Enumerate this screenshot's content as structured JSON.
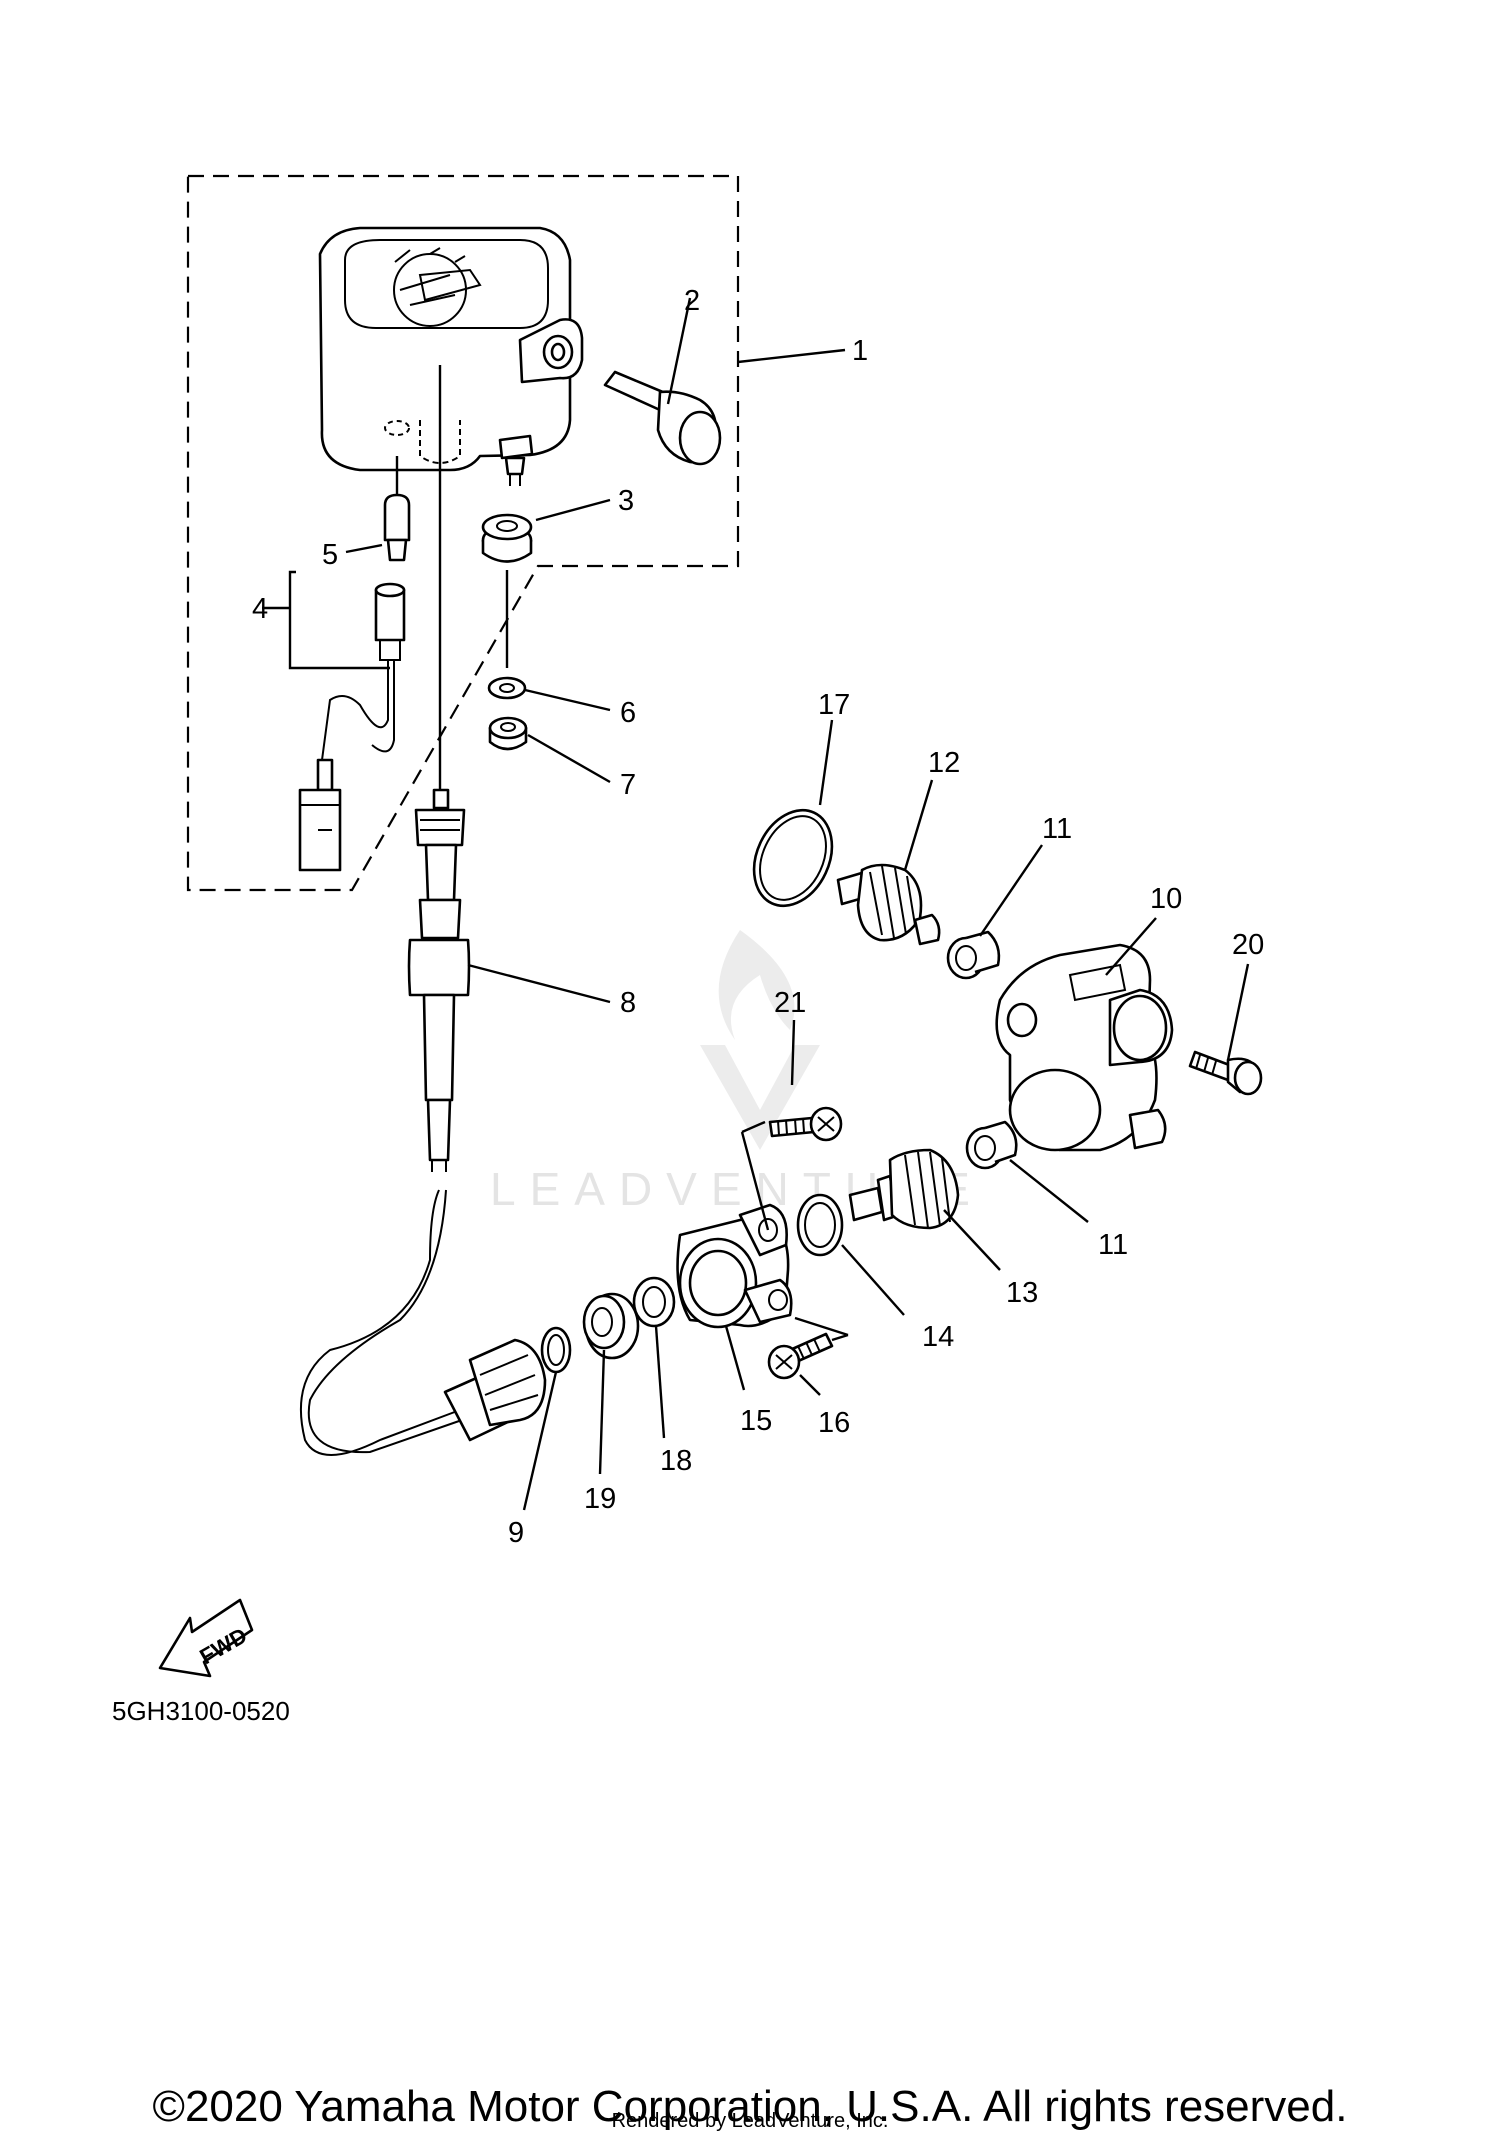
{
  "callouts": {
    "c1": "1",
    "c2": "2",
    "c3": "3",
    "c4": "4",
    "c5": "5",
    "c6": "6",
    "c7": "7",
    "c8": "8",
    "c9": "9",
    "c10": "10",
    "c11a": "11",
    "c11b": "11",
    "c12": "12",
    "c13": "13",
    "c14": "14",
    "c15": "15",
    "c16": "16",
    "c17": "17",
    "c18": "18",
    "c19": "19",
    "c20": "20",
    "c21": "21"
  },
  "fwd_label": "FWD",
  "diagram_code": "5GH3100-0520",
  "watermark": "LEADVENTURE",
  "copyright": "©2020 Yamaha Motor Corporation, U.S.A. All rights reserved.",
  "rendered_by": "Rendered by LeadVenture, Inc."
}
